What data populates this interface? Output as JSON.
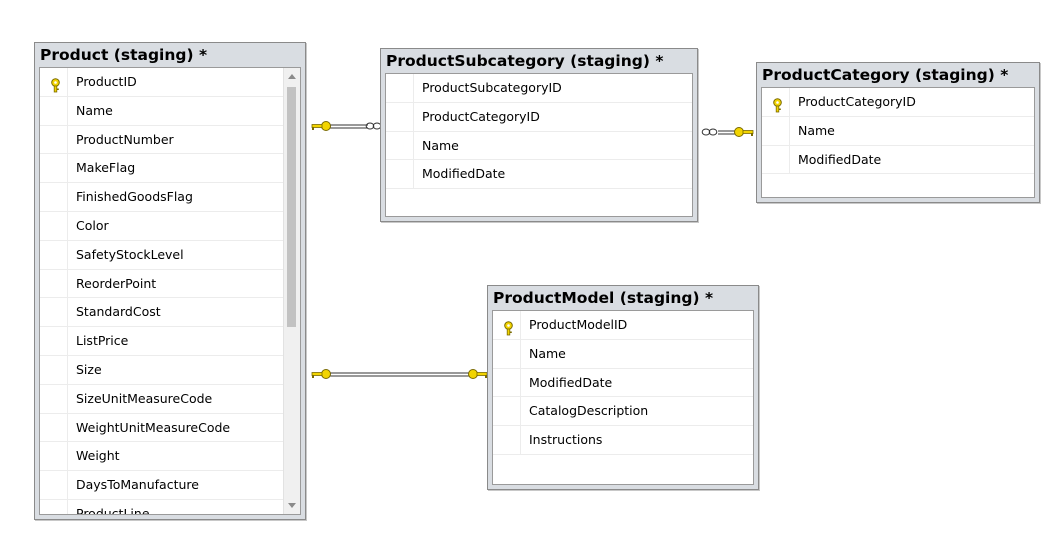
{
  "tables": {
    "product": {
      "title": "Product (staging) *",
      "columns": [
        {
          "name": "ProductID",
          "pk": true
        },
        {
          "name": "Name",
          "pk": false
        },
        {
          "name": "ProductNumber",
          "pk": false
        },
        {
          "name": "MakeFlag",
          "pk": false
        },
        {
          "name": "FinishedGoodsFlag",
          "pk": false
        },
        {
          "name": "Color",
          "pk": false
        },
        {
          "name": "SafetyStockLevel",
          "pk": false
        },
        {
          "name": "ReorderPoint",
          "pk": false
        },
        {
          "name": "StandardCost",
          "pk": false
        },
        {
          "name": "ListPrice",
          "pk": false
        },
        {
          "name": "Size",
          "pk": false
        },
        {
          "name": "SizeUnitMeasureCode",
          "pk": false
        },
        {
          "name": "WeightUnitMeasureCode",
          "pk": false
        },
        {
          "name": "Weight",
          "pk": false
        },
        {
          "name": "DaysToManufacture",
          "pk": false
        },
        {
          "name": "ProductLine",
          "pk": false
        }
      ]
    },
    "subcategory": {
      "title": "ProductSubcategory (staging) *",
      "columns": [
        {
          "name": "ProductSubcategoryID",
          "pk": false
        },
        {
          "name": "ProductCategoryID",
          "pk": false
        },
        {
          "name": "Name",
          "pk": false
        },
        {
          "name": "ModifiedDate",
          "pk": false
        }
      ]
    },
    "category": {
      "title": "ProductCategory (staging) *",
      "columns": [
        {
          "name": "ProductCategoryID",
          "pk": true
        },
        {
          "name": "Name",
          "pk": false
        },
        {
          "name": "ModifiedDate",
          "pk": false
        }
      ]
    },
    "model": {
      "title": "ProductModel (staging) *",
      "columns": [
        {
          "name": "ProductModelID",
          "pk": true
        },
        {
          "name": "Name",
          "pk": false
        },
        {
          "name": "ModifiedDate",
          "pk": false
        },
        {
          "name": "CatalogDescription",
          "pk": false
        },
        {
          "name": "Instructions",
          "pk": false
        }
      ]
    }
  },
  "icons": {
    "primary_key": "key-icon",
    "relationship_one_end": "key-icon",
    "relationship_many_end": "infinity-icon"
  },
  "colors": {
    "key_fill": "#f2d400",
    "key_stroke": "#7a6a00",
    "table_header_bg": "#d9dde2"
  }
}
